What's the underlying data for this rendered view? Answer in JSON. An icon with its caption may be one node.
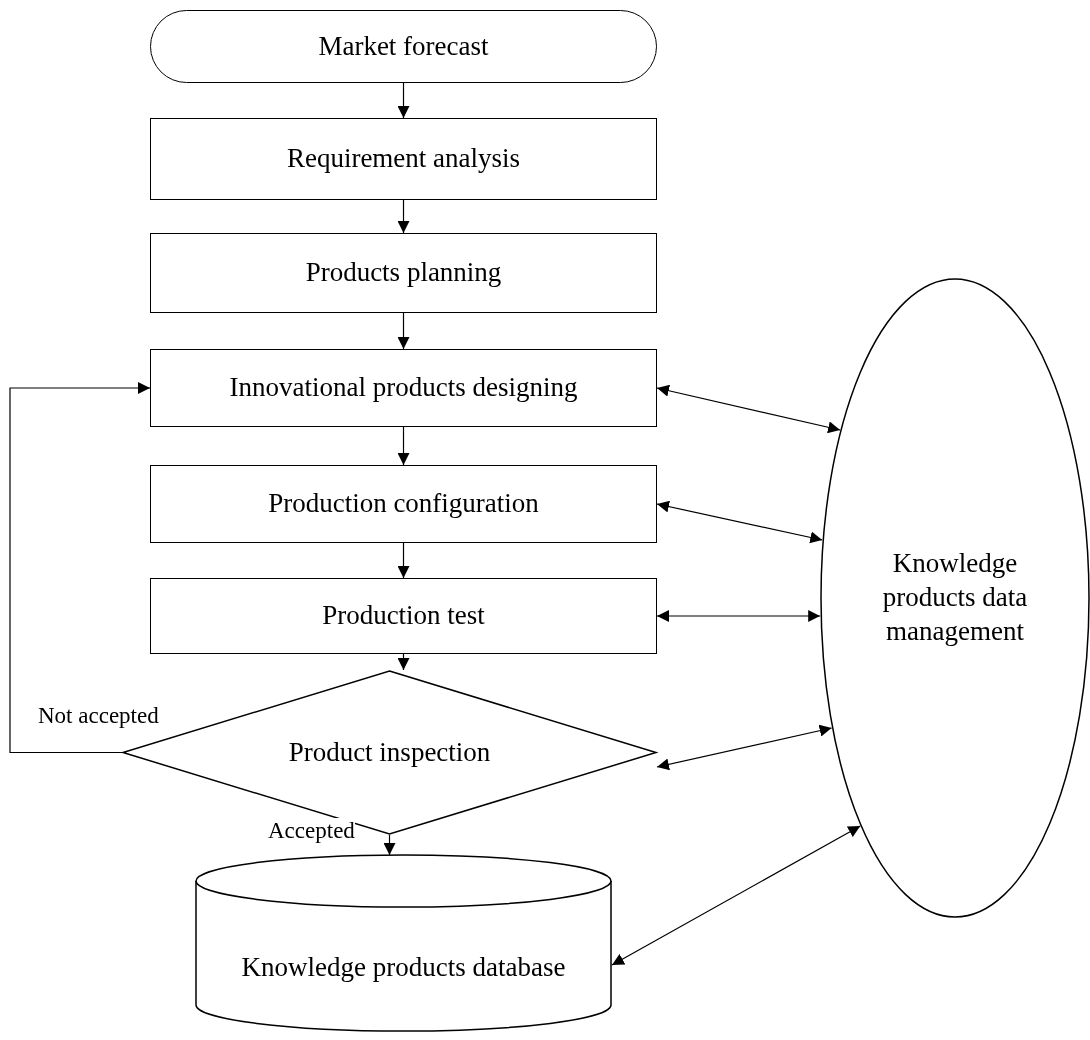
{
  "diagram": {
    "nodes": [
      {
        "text": [
          "Market forecast"
        ]
      },
      {
        "text": [
          "Requirement analysis"
        ]
      },
      {
        "text": [
          "Products planning"
        ]
      },
      {
        "text": [
          "Innovational products designing"
        ]
      },
      {
        "text": [
          "Production configuration"
        ]
      },
      {
        "text": [
          "Production test"
        ]
      },
      {
        "text": [
          "Product inspection"
        ]
      },
      {
        "text": [
          "Knowledge products database"
        ]
      },
      {
        "text": [
          "Knowledge products data management"
        ]
      }
    ],
    "edges": [
      {
        "from": 0,
        "to": 1,
        "arrow": "to"
      },
      {
        "from": 1,
        "to": 2,
        "arrow": "to"
      },
      {
        "from": 2,
        "to": 3,
        "arrow": "to"
      },
      {
        "from": 3,
        "to": 4,
        "arrow": "to"
      },
      {
        "from": 4,
        "to": 5,
        "arrow": "to"
      },
      {
        "from": 5,
        "to": 6,
        "arrow": "to"
      },
      {
        "from": 6,
        "to": 7,
        "arrow": "to",
        "label": "Accepted"
      },
      {
        "from": 6,
        "to": 3,
        "arrow": "to",
        "label": "Not accepted"
      },
      {
        "from": 3,
        "to": 8,
        "arrow": "both"
      },
      {
        "from": 4,
        "to": 8,
        "arrow": "both"
      },
      {
        "from": 5,
        "to": 8,
        "arrow": "both"
      },
      {
        "from": 6,
        "to": 8,
        "arrow": "both"
      },
      {
        "from": 7,
        "to": 8,
        "arrow": "both"
      }
    ]
  }
}
